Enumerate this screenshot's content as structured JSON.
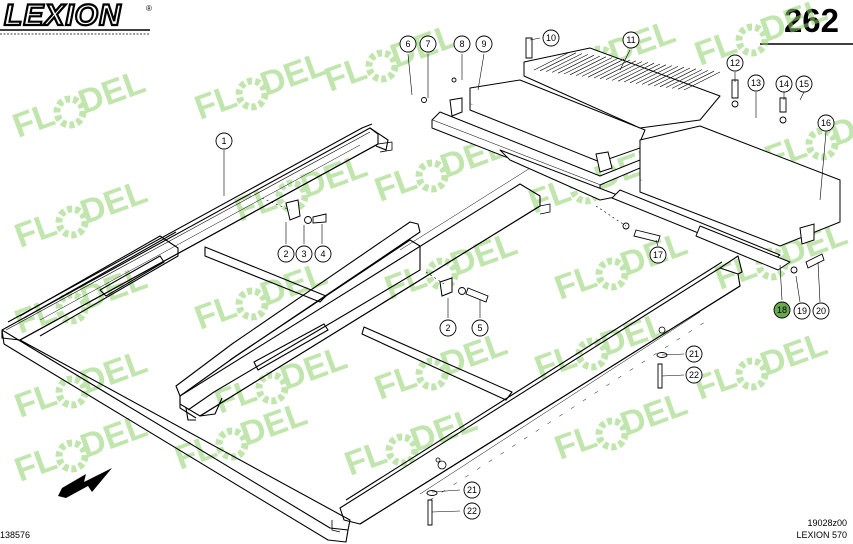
{
  "header": {
    "brand": "LEXION",
    "registered_mark": "®",
    "page_number": "262"
  },
  "footer": {
    "left_code": "138576",
    "drawing_code": "19028z00",
    "model": "LEXION 570"
  },
  "watermark": {
    "text_left": "FL",
    "text_right": "DEL",
    "color": "#8fd16a"
  },
  "callouts": [
    "1",
    "2",
    "3",
    "4",
    "2",
    "5",
    "6",
    "7",
    "8",
    "9",
    "10",
    "11",
    "12",
    "13",
    "14",
    "15",
    "16",
    "17",
    "18",
    "19",
    "20",
    "21",
    "22",
    "21",
    "22"
  ],
  "highlighted_callout": "18",
  "highlight_color": "#6aa84f"
}
